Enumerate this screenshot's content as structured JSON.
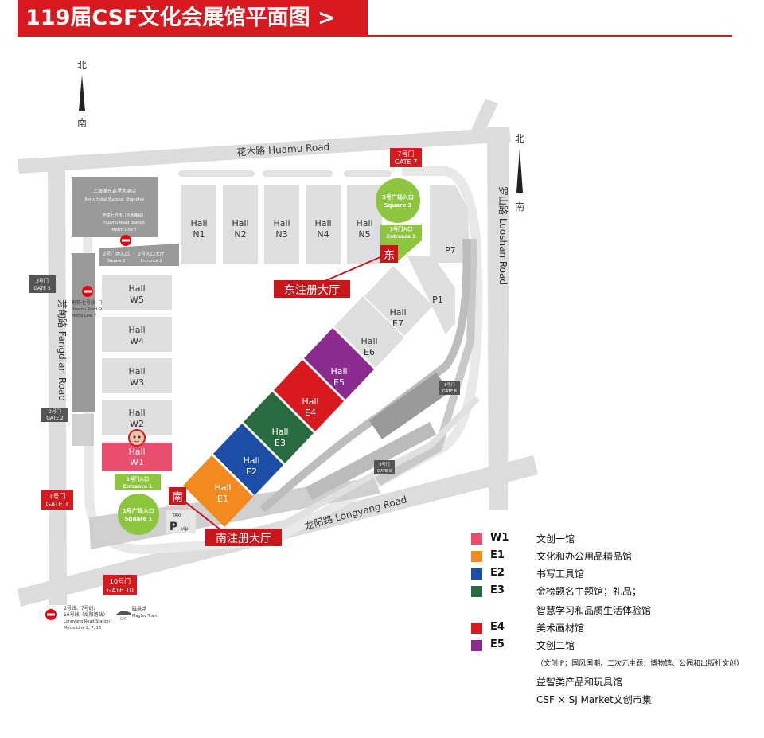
{
  "title": "119届CSF文化会展馆平面图 >",
  "colors": {
    "brand_red": "#d71920",
    "road": "#dcdcdc",
    "hall_grey": "#dedede",
    "dark_grey": "#9a9a9a",
    "green": "#8cc63f",
    "W1": "#eb4d6d",
    "E1": "#f28a1f",
    "E2": "#1c4ea8",
    "E3": "#2a6a40",
    "E4": "#d71920",
    "E5": "#8b2b8f"
  },
  "compass": {
    "left": {
      "north": "北",
      "south": "南"
    },
    "right": {
      "north": "北",
      "south": "南"
    }
  },
  "roads": {
    "north": "花木路 Huamu Road",
    "east": "罗山路 Luoshan Road",
    "west": "芳甸路 Fangdian Road",
    "south": "龙阳路 Longyang Road"
  },
  "hotel": {
    "name_cn": "上海浦东嘉里大酒店",
    "name_en": "Kerry Hotel Pudong, Shanghai",
    "metro_cn": "地铁七号线（花木路站）",
    "metro_en1": "Huamu Road Station",
    "metro_en2": "Metro Line 7"
  },
  "square2": {
    "cn": "2号广场入口",
    "en": "Square 2"
  },
  "entrance2": {
    "cn": "2号入口大厅",
    "en": "Entrance 2"
  },
  "metro_west": {
    "cn": "地铁七号线（花木路站）",
    "en1": "Huamu Road Station",
    "en2": "Metro Line 7"
  },
  "gates": {
    "gate1": {
      "cn": "1号门",
      "en": "GATE 1"
    },
    "gate2": {
      "cn": "2号门",
      "en": "GATE 2"
    },
    "gate3": {
      "cn": "3号门",
      "en": "GATE 3"
    },
    "gate7": {
      "cn": "7号门",
      "en": "GATE 7"
    },
    "gate8": {
      "cn": "8号门",
      "en": "GATE 8"
    },
    "gate9": {
      "cn": "9号门",
      "en": "GATE 9"
    },
    "gate10": {
      "cn": "10号门",
      "en": "GATE 10"
    }
  },
  "halls_north": [
    "N1",
    "N2",
    "N3",
    "N4",
    "N5"
  ],
  "halls_west": [
    "W5",
    "W4",
    "W3",
    "W2"
  ],
  "hall_word": "Hall",
  "hall_w1": "W1",
  "halls_east_grey": [
    "E6",
    "E7"
  ],
  "halls_east_color": [
    "E1",
    "E2",
    "E3",
    "E4",
    "E5"
  ],
  "parking": {
    "p1": "P1",
    "p7": "P7",
    "p": "P",
    "taxi": "TAXI",
    "vip": "vip"
  },
  "square3": {
    "cn": "3号广场入口",
    "en": "Square 3"
  },
  "entrance3": {
    "cn": "3号门入口",
    "en": "Entrance 3"
  },
  "square1": {
    "cn": "1号广场入口",
    "en": "Square 1"
  },
  "entrance1": {
    "cn": "1号门入口",
    "en": "Entrance 1"
  },
  "east_reg": {
    "mark": "东",
    "label": "东注册大厅"
  },
  "south_reg": {
    "mark": "南",
    "label": "南注册大厅"
  },
  "metro_bottom": {
    "cn1": "2号线、7号线、",
    "cn2": "16号线（龙阳路站）",
    "en1": "Longyang Road Station",
    "en2": "Metro Line 2, 7, 16"
  },
  "maglev": {
    "cn": "磁悬浮",
    "en": "Maglev Train",
    "icon_label": "SMT"
  },
  "legend": [
    {
      "code": "W1",
      "name": "文创一馆",
      "color": "#eb4d6d"
    },
    {
      "code": "E1",
      "name": "文化和办公用品精品馆",
      "color": "#f28a1f"
    },
    {
      "code": "E2",
      "name": "书写工具馆",
      "color": "#1c4ea8"
    },
    {
      "code": "E3",
      "name": "金榜题名主题馆；礼品；",
      "color": "#2a6a40"
    },
    {
      "code": "E4",
      "name": "美术画材馆",
      "color": "#d71920"
    },
    {
      "code": "E5",
      "name": "文创二馆",
      "color": "#8b2b8f"
    }
  ],
  "legend_extra": {
    "e3_line2": "智慧学习和品质生活体验馆",
    "e5_note": "（文创IP；国风国潮、二次元主题；博物馆、公园和出版社文创）",
    "e5_line3": "益智类产品和玩具馆",
    "e5_line4": "CSF × SJ Market文创市集"
  }
}
